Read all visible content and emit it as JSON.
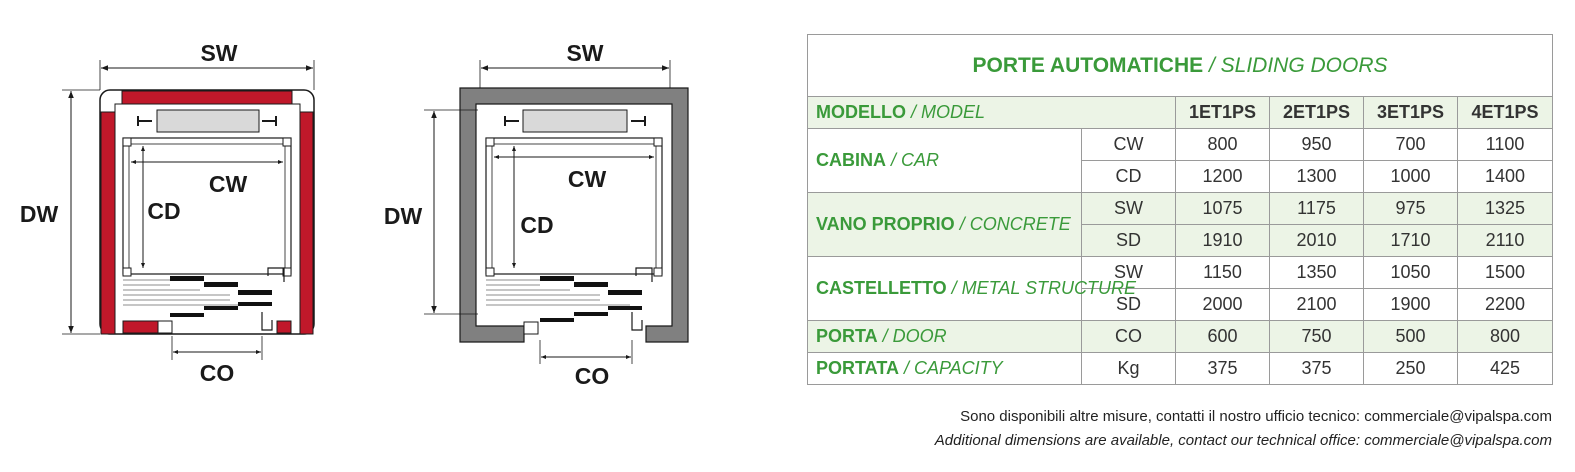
{
  "diagrams": [
    {
      "name": "concrete-shaft",
      "labels": {
        "sw": "SW",
        "dw": "DW",
        "cw": "CW",
        "cd": "CD",
        "co": "CO"
      },
      "wall_color": "#c0182a"
    },
    {
      "name": "metal-structure",
      "labels": {
        "sw": "SW",
        "dw": "DW",
        "cw": "CW",
        "cd": "CD",
        "co": "CO"
      },
      "wall_color": "#808080"
    }
  ],
  "table": {
    "title_main": "PORTE AUTOMATICHE",
    "title_sub": " / SLIDING DOORS",
    "header": {
      "label_main": "MODELLO",
      "label_sub": " / MODEL"
    },
    "models": [
      "1ET1PS",
      "2ET1PS",
      "3ET1PS",
      "4ET1PS"
    ],
    "groups": [
      {
        "label_main": "CABINA",
        "label_sub": " / CAR",
        "rows": [
          {
            "dim": "CW",
            "values": [
              "800",
              "950",
              "700",
              "1100"
            ]
          },
          {
            "dim": "CD",
            "values": [
              "1200",
              "1300",
              "1000",
              "1400"
            ]
          }
        ]
      },
      {
        "label_main": "VANO PROPRIO",
        "label_sub": " / CONCRETE",
        "rows": [
          {
            "dim": "SW",
            "values": [
              "1075",
              "1175",
              "975",
              "1325"
            ]
          },
          {
            "dim": "SD",
            "values": [
              "1910",
              "2010",
              "1710",
              "2110"
            ]
          }
        ]
      },
      {
        "label_main": "CASTELLETTO",
        "label_sub": " / METAL STRUCTURE",
        "rows": [
          {
            "dim": "SW",
            "values": [
              "1150",
              "1350",
              "1050",
              "1500"
            ]
          },
          {
            "dim": "SD",
            "values": [
              "2000",
              "2100",
              "1900",
              "2200"
            ]
          }
        ]
      },
      {
        "label_main": "PORTA",
        "label_sub": " / DOOR",
        "rows": [
          {
            "dim": "CO",
            "values": [
              "600",
              "750",
              "500",
              "800"
            ]
          }
        ]
      },
      {
        "label_main": "PORTATA",
        "label_sub": " / CAPACITY",
        "rows": [
          {
            "dim": "Kg",
            "values": [
              "375",
              "375",
              "250",
              "425"
            ]
          }
        ]
      }
    ]
  },
  "footer": {
    "line_it": "Sono disponibili altre misure, contatti il nostro ufficio tecnico: commerciale@vipalspa.com",
    "line_en": "Additional dimensions are available, contact our technical office: commerciale@vipalspa.com"
  }
}
